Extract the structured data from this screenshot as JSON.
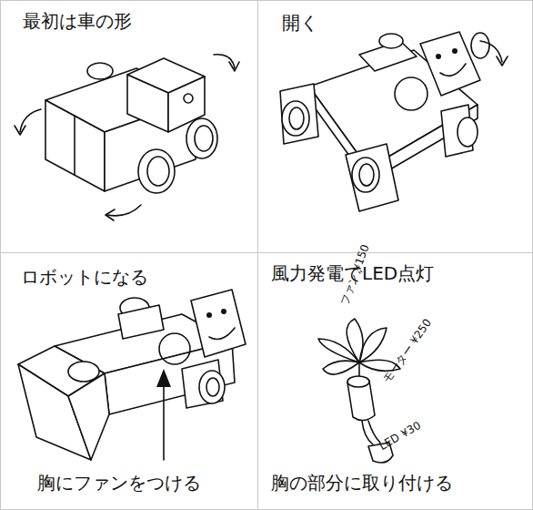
{
  "diagram": {
    "nodes": [
      {
        "text": [
          "最初は車の形"
        ]
      },
      {
        "text": [
          "開く"
        ]
      },
      {
        "text": [
          "ロボットになる",
          "胸にファンをつける"
        ]
      },
      {
        "text": [
          "風力発電でLED点灯",
          "胸の部分に取り付ける"
        ]
      }
    ],
    "labels": [
      "ファン ¥150",
      "モーター ¥250",
      "LED ¥30"
    ]
  }
}
